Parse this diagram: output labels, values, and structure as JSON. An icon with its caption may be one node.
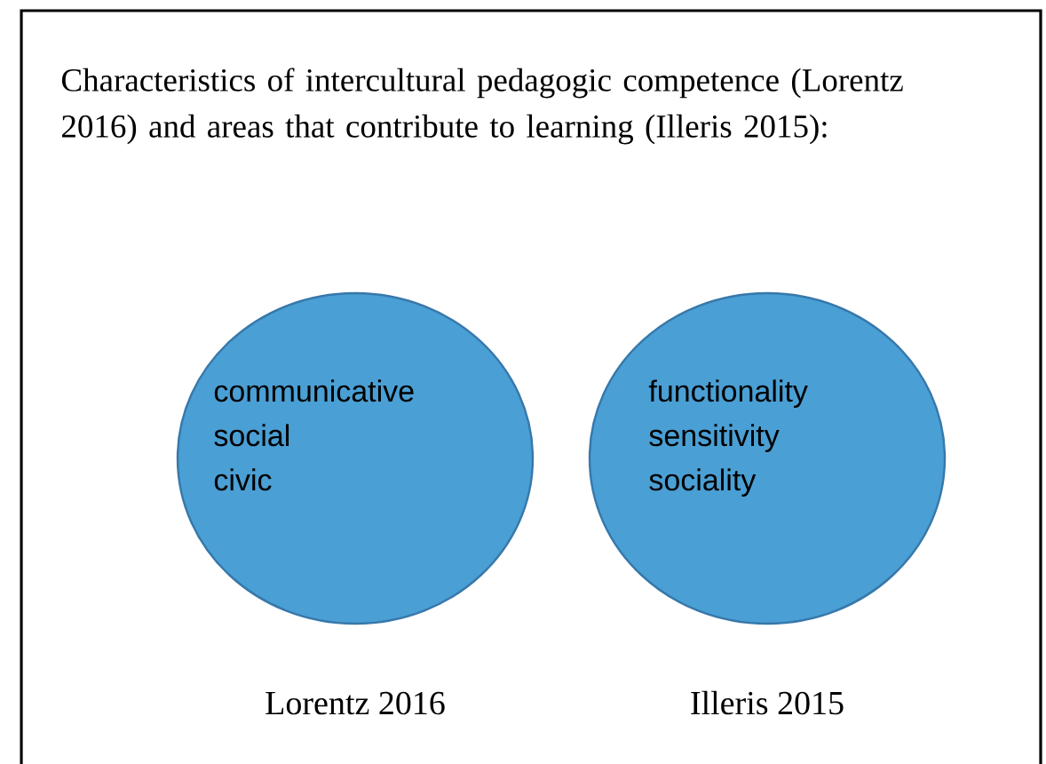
{
  "diagram": {
    "title": "Characteristics of intercultural pedagogic competence (Lorentz 2016) and areas that contribute to learning (Illeris 2015):",
    "nodes": [
      {
        "text": [
          "communicative",
          "social",
          "civic"
        ],
        "beside": [
          "Lorentz 2016"
        ]
      },
      {
        "text": [
          "functionality",
          "sensitivity",
          "sociality"
        ],
        "beside": [
          "Illeris 2015"
        ]
      }
    ]
  }
}
